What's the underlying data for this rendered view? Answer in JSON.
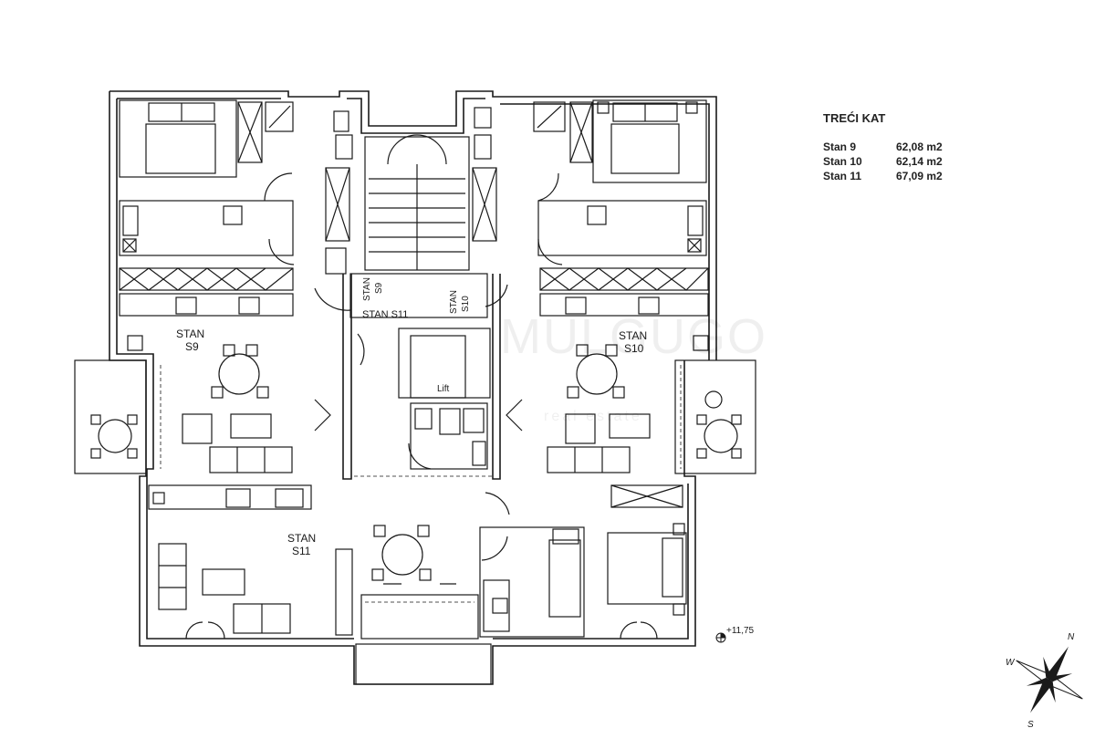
{
  "legend": {
    "title": "TREĆI KAT",
    "rows": [
      {
        "name": "Stan 9",
        "area": "62,08 m2"
      },
      {
        "name": "Stan 10",
        "area": "62,14 m2"
      },
      {
        "name": "Stan 11",
        "area": "67,09 m2"
      }
    ]
  },
  "labels": {
    "s9_line1": "STAN",
    "s9_line2": "S9",
    "s10_line1": "STAN",
    "s10_line2": "S10",
    "s11_line1": "STAN",
    "s11_line2": "S11",
    "lift": "Lift",
    "corridor_s9_a": "STAN",
    "corridor_s9_b": "S9",
    "corridor_s10_a": "STAN",
    "corridor_s10_b": "S10",
    "corridor_s11": "STAN S11",
    "elevation": "+11,75"
  },
  "compass": {
    "n": "N",
    "w": "W",
    "s": "S"
  },
  "watermark": {
    "main": "MULGUGO",
    "sub": "real estate"
  }
}
